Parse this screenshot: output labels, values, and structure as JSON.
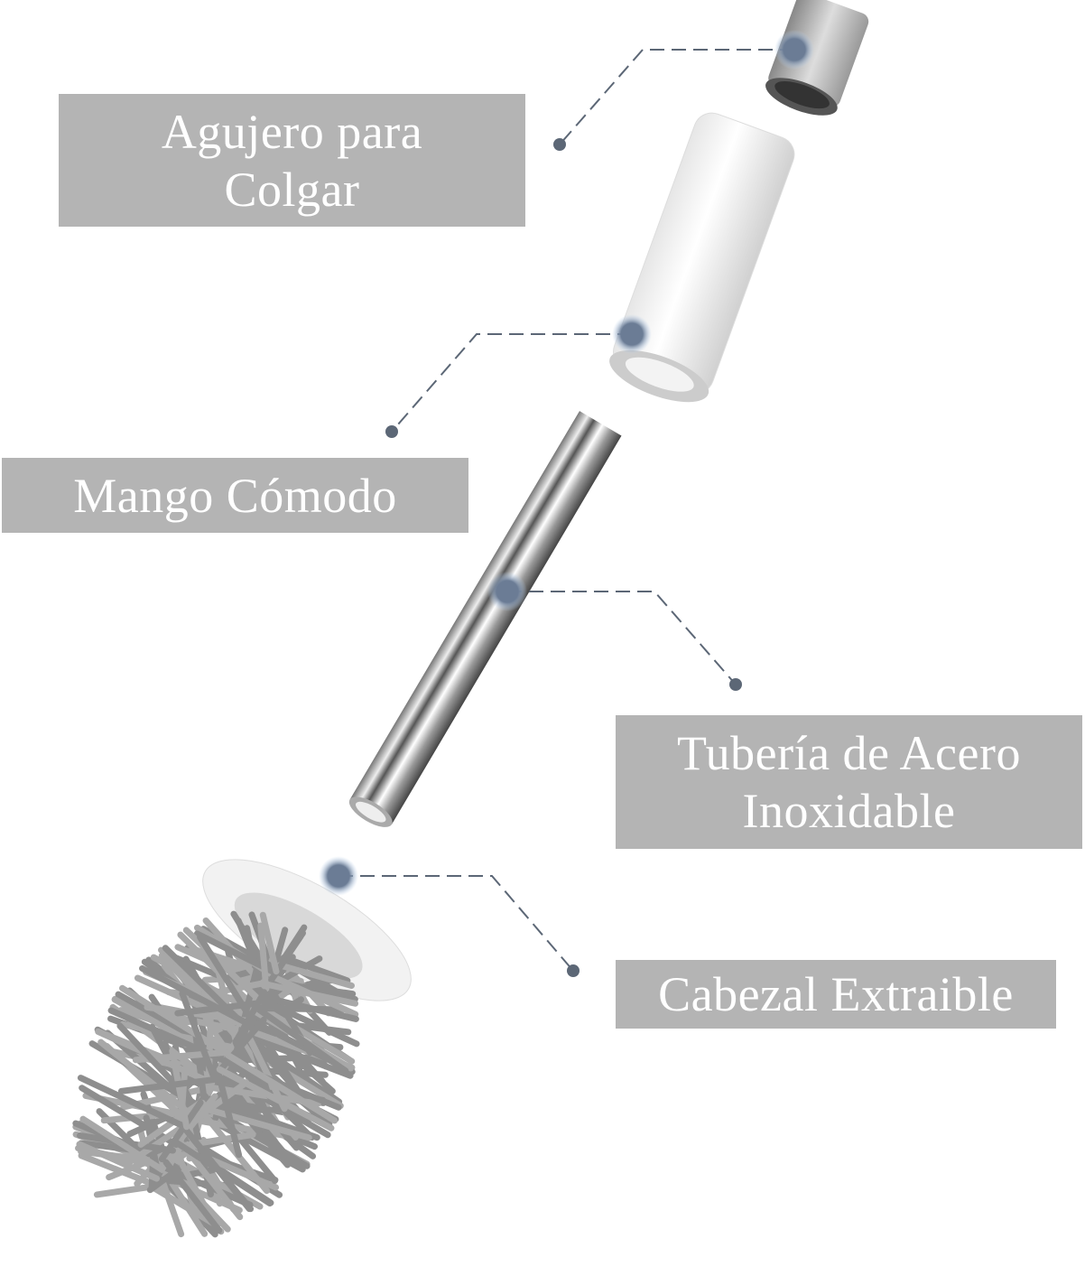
{
  "labels": {
    "hanging_hole": {
      "line1": "Agujero para",
      "line2": "Colgar"
    },
    "handle": {
      "line1": "Mango Cómodo"
    },
    "steel_tube": {
      "line1": "Tubería de Acero",
      "line2": "Inoxidable"
    },
    "removable_head": {
      "line1": "Cabezal Extraible"
    }
  },
  "colors": {
    "label_bg": "#b4b4b4",
    "label_text": "#ffffff",
    "leader": "#5c6776",
    "bristle": "#8e8e8e"
  }
}
